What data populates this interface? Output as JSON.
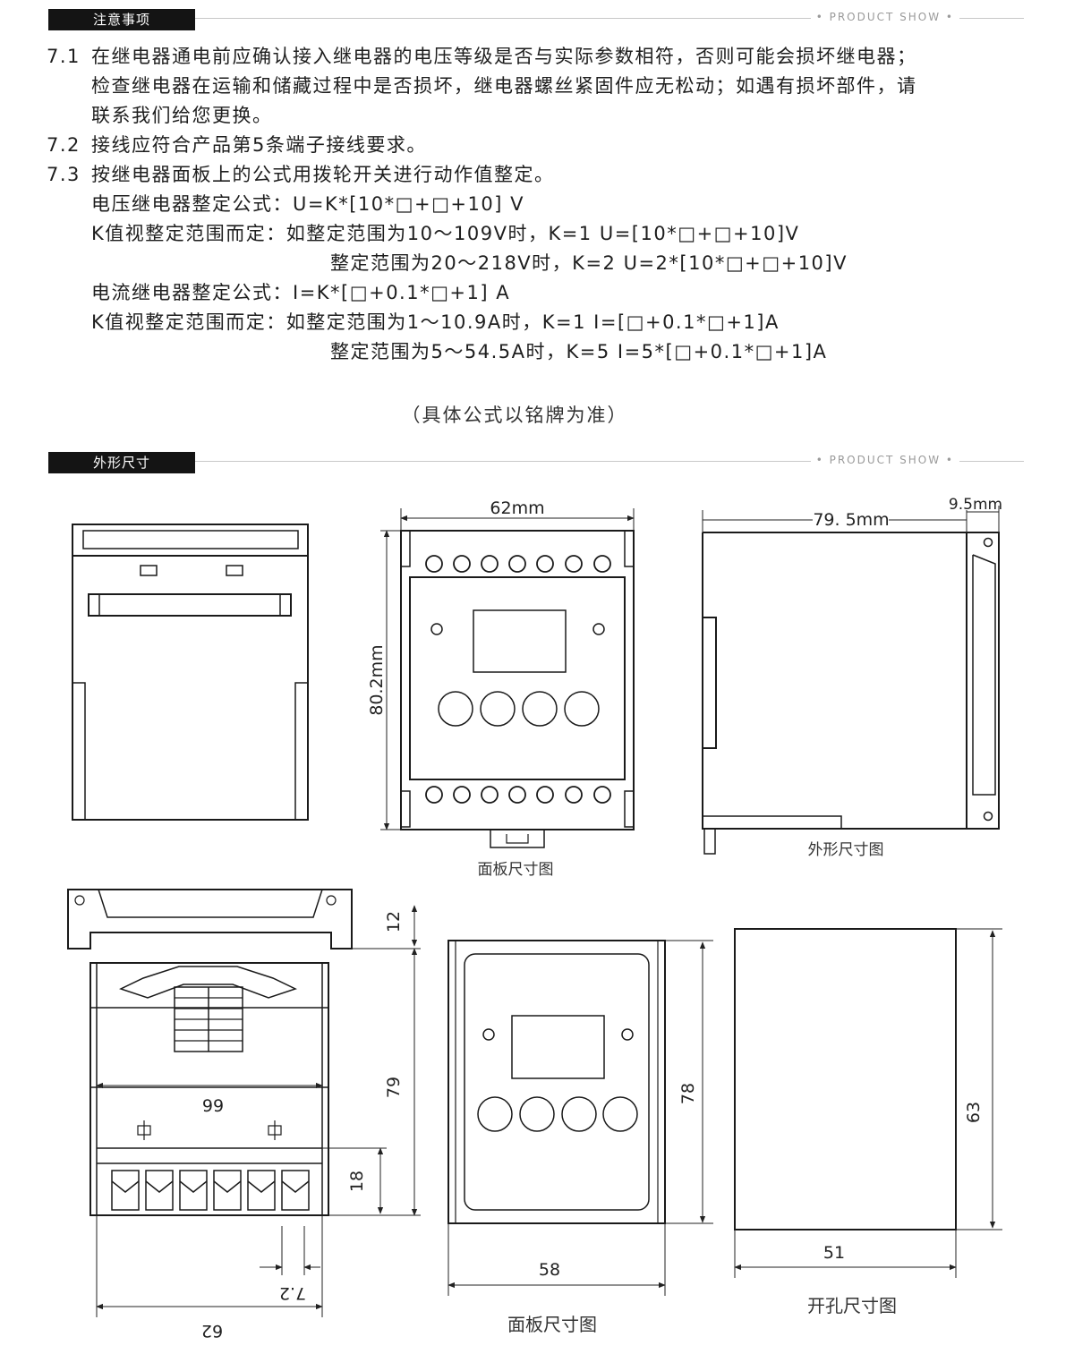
{
  "brand_tag": "• PRODUCT SHOW •",
  "section1": {
    "title": "注意事项",
    "items": [
      {
        "num": "7.1",
        "lines": [
          "在继电器通电前应确认接入继电器的电压等级是否与实际参数相符，否则可能会损坏继电器；",
          "检查继电器在运输和储藏过程中是否损坏，继电器螺丝紧固件应无松动；如遇有损坏部件，请",
          "联系我们给您更换。"
        ]
      },
      {
        "num": "7.2",
        "lines": [
          "接线应符合产品第5条端子接线要求。"
        ]
      },
      {
        "num": "7.3",
        "lines": [
          "按继电器面板上的公式用拨轮开关进行动作值整定。"
        ]
      }
    ],
    "formulas": [
      "电压继电器整定公式：U=K*[10*□+□+10] V",
      "K值视整定范围而定：如整定范围为10～109V时，K=1   U=[10*□+□+10]V",
      "整定范围为20～218V时，K=2   U=2*[10*□+□+10]V",
      "电流继电器整定公式：I=K*[□+0.1*□+1] A",
      "K值视整定范围而定：如整定范围为1～10.9A时，K=1   I=[□+0.1*□+1]A",
      "整定范围为5～54.5A时，K=5   I=5*[□+0.1*□+1]A"
    ],
    "note": "（具体公式以铭牌为准）"
  },
  "section2": {
    "title": "外形尺寸",
    "dims": {
      "panel_width": "62mm",
      "panel_height": "80.2mm",
      "side_depth": "79. 5mm",
      "side_extra": "9.5mm",
      "bottom_top": "12",
      "bottom_body": "79",
      "bottom_inner_width": "99",
      "bottom_terminal": "18",
      "bottom_pitch": "7.2",
      "bottom_width": "62",
      "panel2_height": "78",
      "panel2_width": "58",
      "cutout_height": "63",
      "cutout_width": "51"
    },
    "captions": {
      "panel_top": "面板尺寸图",
      "side": "外形尺寸图",
      "panel_bottom": "面板尺寸图",
      "cutout": "开孔尺寸图"
    }
  }
}
